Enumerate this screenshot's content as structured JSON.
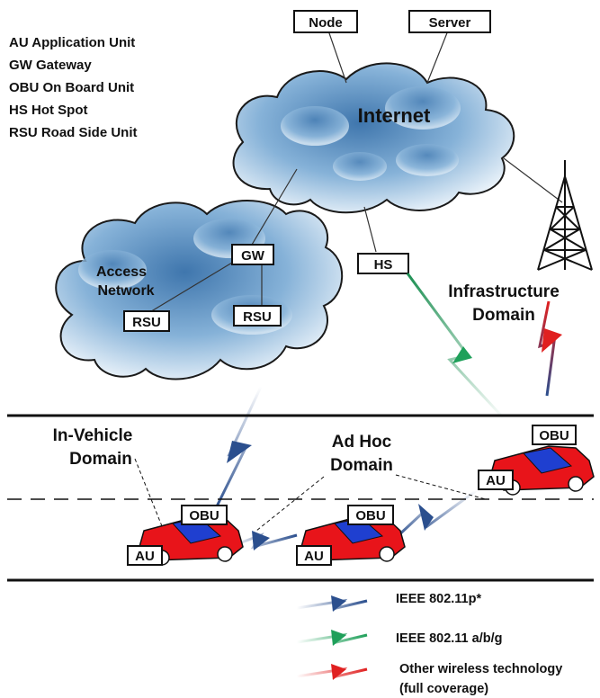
{
  "abbreviations": [
    "AU Application Unit",
    "GW Gateway",
    "OBU On Board Unit",
    "HS Hot Spot",
    "RSU Road Side Unit"
  ],
  "nodes": {
    "node": "Node",
    "server": "Server",
    "internet": "Internet",
    "access_network_line1": "Access",
    "access_network_line2": "Network",
    "gw": "GW",
    "rsu_left": "RSU",
    "rsu_right": "RSU",
    "hs": "HS",
    "obu_right": "OBU",
    "au_right": "AU",
    "obu_left": "OBU",
    "au_left": "AU",
    "obu_mid": "OBU",
    "au_mid": "AU"
  },
  "domains": {
    "infrastructure_line1": "Infrastructure",
    "infrastructure_line2": "Domain",
    "in_vehicle_line1": "In-Vehicle",
    "in_vehicle_line2": "Domain",
    "ad_hoc_line1": "Ad Hoc",
    "ad_hoc_line2": "Domain"
  },
  "legend": [
    {
      "label": "IEEE 802.11p*",
      "color": "#2b4f8e"
    },
    {
      "label": "IEEE 802.11 a/b/g",
      "color": "#1fa05a"
    },
    {
      "label": "Other wireless technology",
      "label2": "(full coverage)",
      "color": "#e02020"
    }
  ],
  "colors": {
    "car": "#e8141a",
    "car_stripe": "#1f3fd0",
    "cloud_dark": "#5b8fc2",
    "cloud_light": "#e9f2fa"
  }
}
